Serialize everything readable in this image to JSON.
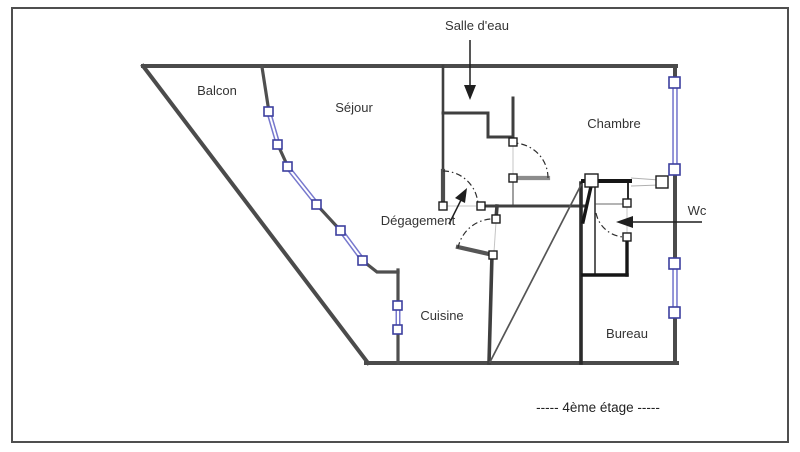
{
  "figure": {
    "type": "floor-plan",
    "caption": "-----  4ème étage  -----",
    "room_labels": {
      "balcon": "Balcon",
      "sejour": "Séjour",
      "salle_deau": "Salle d'eau",
      "chambre": "Chambre",
      "degagement": "Dégagement",
      "wc": "Wc",
      "cuisine": "Cuisine",
      "bureau": "Bureau"
    },
    "colors": {
      "outer_wall": "#4b4b4b",
      "interior_wall": "#3f3f3f",
      "dark_wall": "#161616",
      "window": "#7677cd",
      "window_frame": "#3c3f9e",
      "door_arc": "#2e2e2e",
      "reference_line": "#c4c4c4",
      "label_text": "#343434",
      "frame_border": "#4f4f4f"
    }
  }
}
